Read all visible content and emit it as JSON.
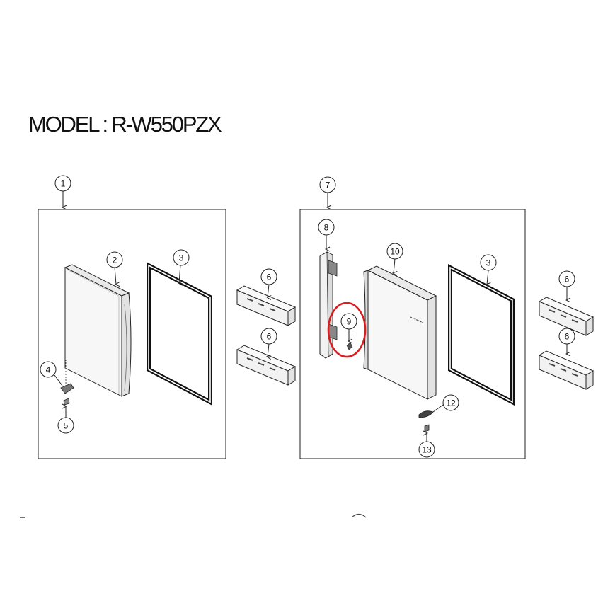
{
  "model_title": "MODEL : R-W550PZX",
  "callouts": [
    "1",
    "2",
    "3",
    "4",
    "5",
    "6",
    "6",
    "7",
    "8",
    "9",
    "10",
    "3",
    "6",
    "6",
    "12",
    "13"
  ],
  "highlight": {
    "part": "9",
    "color": "#d81e1e"
  },
  "colors": {
    "line": "#222222",
    "gasket": "#111111",
    "panel": "#f4f4f4"
  }
}
